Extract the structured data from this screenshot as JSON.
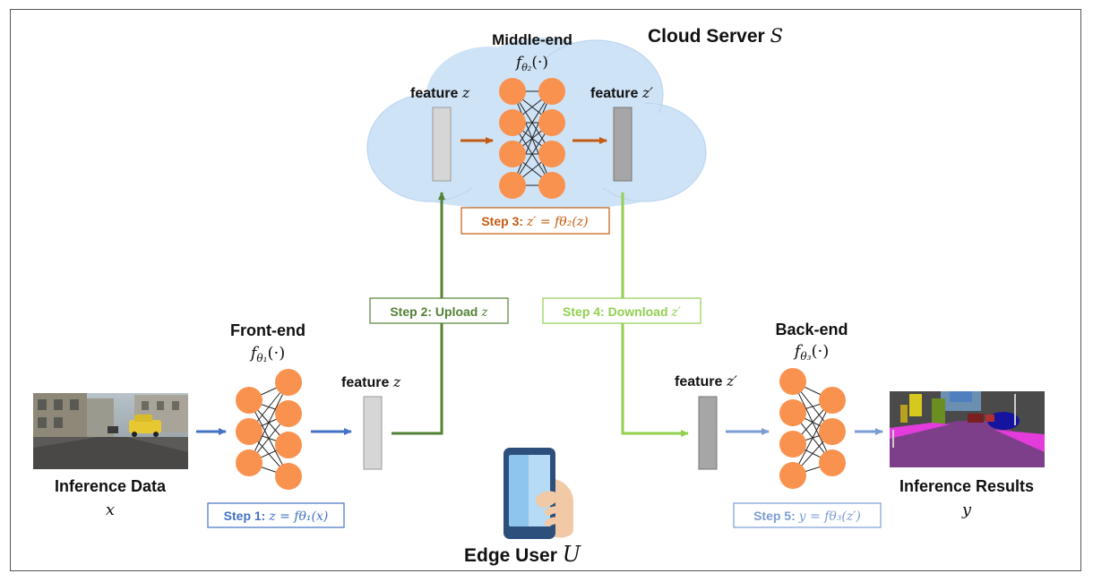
{
  "cloud": {
    "title": "Cloud Server",
    "title_symbol": "S",
    "middle_end": {
      "label": "Middle-end",
      "func": "f",
      "sub": "θ₂",
      "arg": "(·)"
    },
    "feature_in": {
      "label": "feature",
      "symbol": "z"
    },
    "feature_out": {
      "label": "feature",
      "symbol": "z′"
    },
    "step3": {
      "label": "Step 3:",
      "expr": "z′ = fθ₂(z)"
    }
  },
  "edge": {
    "title": "Edge User",
    "title_symbol": "U",
    "front_end": {
      "label": "Front-end",
      "func": "f",
      "sub": "θ₁",
      "arg": "(·)"
    },
    "back_end": {
      "label": "Back-end",
      "func": "f",
      "sub": "θ₃",
      "arg": "(·)"
    },
    "feature_front": {
      "label": "feature",
      "symbol": "z"
    },
    "feature_back": {
      "label": "feature",
      "symbol": "z′"
    },
    "input": {
      "label": "Inference Data",
      "symbol": "x"
    },
    "output": {
      "label": "Inference Results",
      "symbol": "y"
    },
    "step1": {
      "label": "Step 1:",
      "expr": "z = fθ₁(x)"
    },
    "step5": {
      "label": "Step 5:",
      "expr": "y = fθ₃(z′)"
    }
  },
  "links": {
    "step2": {
      "label": "Step 2: Upload",
      "symbol": "z"
    },
    "step4": {
      "label": "Step 4: Download",
      "symbol": "z′"
    }
  },
  "colors": {
    "node": "#f9924f",
    "cloud": "#cfe3f7",
    "blue": "#4472c4",
    "blue_light": "#7c9dd4",
    "green_dark": "#538135",
    "green_light": "#92d050",
    "brown": "#c55a11",
    "feature_light": "#d6d6d6",
    "feature_dark": "#a6a6a6"
  },
  "icons": [
    "smartphone-hand-icon",
    "street-scene-image",
    "segmentation-image"
  ]
}
